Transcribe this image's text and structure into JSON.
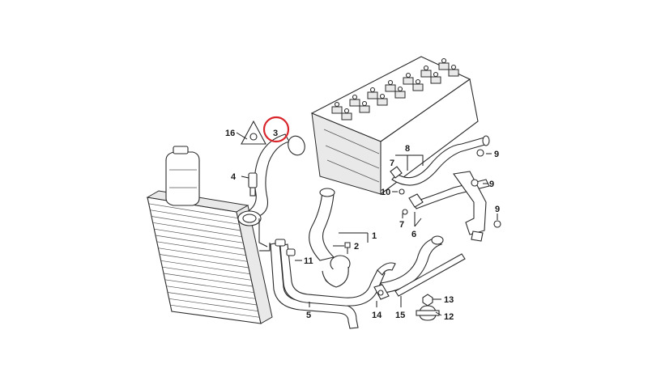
{
  "diagram": {
    "callouts": [
      {
        "id": "c1",
        "label": "1"
      },
      {
        "id": "c2",
        "label": "2"
      },
      {
        "id": "c3",
        "label": "3"
      },
      {
        "id": "c4",
        "label": "4"
      },
      {
        "id": "c5",
        "label": "5"
      },
      {
        "id": "c6",
        "label": "6"
      },
      {
        "id": "c7a",
        "label": "7"
      },
      {
        "id": "c7b",
        "label": "7"
      },
      {
        "id": "c8",
        "label": "8"
      },
      {
        "id": "c9a",
        "label": "9"
      },
      {
        "id": "c9b",
        "label": "9"
      },
      {
        "id": "c9c",
        "label": "9"
      },
      {
        "id": "c10",
        "label": "10"
      },
      {
        "id": "c11",
        "label": "11"
      },
      {
        "id": "c12",
        "label": "12"
      },
      {
        "id": "c13",
        "label": "13"
      },
      {
        "id": "c14",
        "label": "14"
      },
      {
        "id": "c15",
        "label": "15"
      },
      {
        "id": "c16",
        "label": "16"
      }
    ],
    "highlight": {
      "target": "c3",
      "color": "#d9262c"
    }
  }
}
